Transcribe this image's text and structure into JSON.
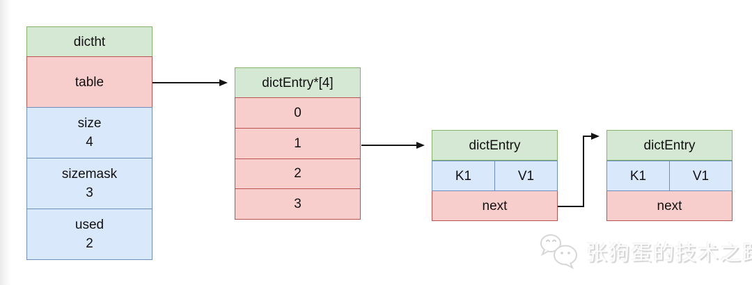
{
  "diagram": {
    "dictht": {
      "title": "dictht",
      "pointer_row": {
        "label": "table"
      },
      "field_rows": [
        {
          "label": "size",
          "value": "4"
        },
        {
          "label": "sizemask",
          "value": "3"
        },
        {
          "label": "used",
          "value": "2"
        }
      ]
    },
    "bucket_array": {
      "title": "dictEntry*[4]",
      "slots": [
        "0",
        "1",
        "2",
        "3"
      ]
    },
    "entries": [
      {
        "title": "dictEntry",
        "key": "K1",
        "value": "V1",
        "next_label": "next"
      },
      {
        "title": "dictEntry",
        "key": "K1",
        "value": "V1",
        "next_label": "next"
      }
    ],
    "edges": [
      {
        "from": "dictht.table",
        "to": "bucket_array"
      },
      {
        "from": "bucket_array.slot1",
        "to": "entry1"
      },
      {
        "from": "entry1.next",
        "to": "entry2"
      }
    ],
    "watermark": {
      "text": "张狗蛋的技术之路"
    },
    "colors": {
      "header_fill": "#d5e8d4",
      "header_stroke": "#82b366",
      "pointer_fill": "#f8cecc",
      "pointer_stroke": "#b85450",
      "field_fill": "#dae8fc",
      "field_stroke": "#6c8ebf",
      "arrow": "#141414",
      "text": "#111111"
    }
  }
}
